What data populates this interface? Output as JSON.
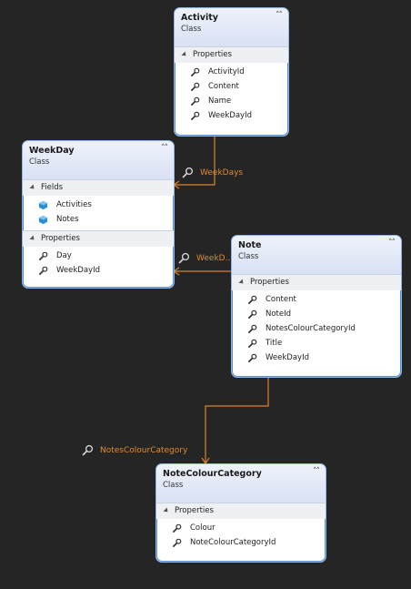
{
  "colors": {
    "background": "#252526",
    "connector": "#d9842a",
    "association_label": "#e08a2e",
    "class_border": "#5a8fd0",
    "header_gradient_top": "#eef2fb",
    "header_gradient_bottom": "#d9e1f4"
  },
  "classes": {
    "activity": {
      "name": "Activity",
      "kind": "Class",
      "collapse_icon": "double-chevron-up-icon",
      "sections": [
        {
          "title": "Properties",
          "items": [
            {
              "label": "ActivityId",
              "icon": "wrench-icon"
            },
            {
              "label": "Content",
              "icon": "wrench-icon"
            },
            {
              "label": "Name",
              "icon": "wrench-icon"
            },
            {
              "label": "WeekDayId",
              "icon": "wrench-icon"
            }
          ]
        }
      ]
    },
    "weekday": {
      "name": "WeekDay",
      "kind": "Class",
      "collapse_icon": "double-chevron-up-icon",
      "sections": [
        {
          "title": "Fields",
          "items": [
            {
              "label": "Activities",
              "icon": "field-cube-icon"
            },
            {
              "label": "Notes",
              "icon": "field-cube-icon"
            }
          ]
        },
        {
          "title": "Properties",
          "items": [
            {
              "label": "Day",
              "icon": "wrench-icon"
            },
            {
              "label": "WeekDayId",
              "icon": "wrench-icon"
            }
          ]
        }
      ]
    },
    "note": {
      "name": "Note",
      "kind": "Class",
      "collapse_icon": "double-chevron-up-icon",
      "sections": [
        {
          "title": "Properties",
          "items": [
            {
              "label": "Content",
              "icon": "wrench-icon"
            },
            {
              "label": "NoteId",
              "icon": "wrench-icon"
            },
            {
              "label": "NotesColourCategoryId",
              "icon": "wrench-icon"
            },
            {
              "label": "Title",
              "icon": "wrench-icon"
            },
            {
              "label": "WeekDayId",
              "icon": "wrench-icon"
            }
          ]
        }
      ]
    },
    "notecolourcategory": {
      "name": "NoteColourCategory",
      "kind": "Class",
      "collapse_icon": "double-chevron-up-icon",
      "sections": [
        {
          "title": "Properties",
          "items": [
            {
              "label": "Colour",
              "icon": "wrench-icon"
            },
            {
              "label": "NoteColourCategoryId",
              "icon": "wrench-icon"
            }
          ]
        }
      ]
    }
  },
  "associations": {
    "activity_weekdays": {
      "label": "WeekDays",
      "icon": "wrench-icon"
    },
    "note_weekday": {
      "label": "WeekD...",
      "icon": "wrench-icon"
    },
    "note_colourcategory": {
      "label": "NotesColourCategory",
      "icon": "wrench-icon"
    }
  }
}
